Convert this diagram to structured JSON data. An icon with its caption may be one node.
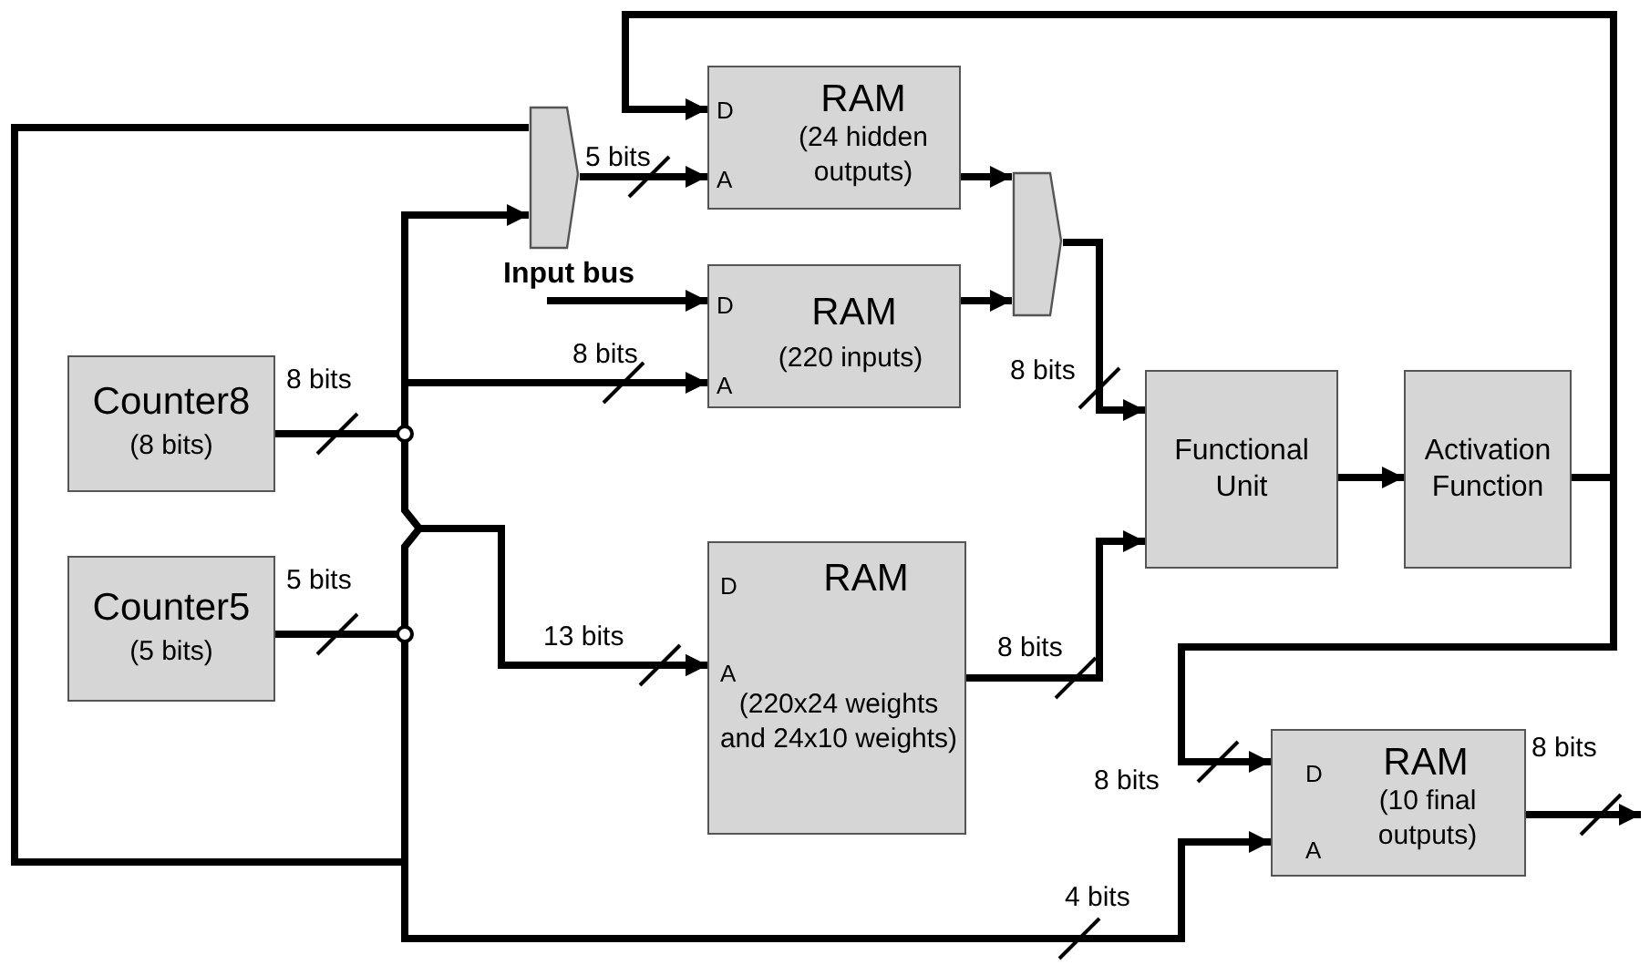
{
  "diagram": {
    "nodes": [
      {
        "text": [
          "RAM",
          "D",
          "(24 hidden outputs)",
          "A"
        ]
      },
      {
        "text": [],
        "shape": "trapezoid"
      },
      {
        "text": [
          "D",
          "RAM",
          "(220 inputs)",
          "A"
        ]
      },
      {
        "text": [],
        "shape": "trapezoid"
      },
      {
        "text": [
          "Counter8",
          "(8 bits)"
        ]
      },
      {
        "text": [
          "Counter5",
          "(5 bits)"
        ]
      },
      {
        "text": [
          "Functional Unit"
        ]
      },
      {
        "text": [
          "Activation Function"
        ]
      },
      {
        "text": [
          "D",
          "RAM",
          "A",
          "(220x24 weights and 24x10 weights)"
        ]
      },
      {
        "text": [
          "D",
          "RAM",
          "(10 final outputs)",
          "A"
        ]
      }
    ],
    "edges": [
      {
        "from": 1,
        "to": 0,
        "arrow": "to",
        "label": "5 bits"
      },
      {
        "from": 7,
        "to": 0,
        "arrow": "to"
      },
      {
        "from": 7,
        "to": 9,
        "arrow": "to",
        "label": "8 bits"
      },
      {
        "from": null,
        "to": 2,
        "arrow": "to",
        "label": "Input bus"
      },
      {
        "from": 4,
        "to": 1,
        "arrow": "to",
        "label": "8 bits"
      },
      {
        "from": 4,
        "to": 2,
        "arrow": "to",
        "label": "8 bits"
      },
      {
        "from": 4,
        "to": 8,
        "arrow": "to",
        "label": "13 bits"
      },
      {
        "from": 5,
        "to": 8,
        "arrow": "to"
      },
      {
        "from": 5,
        "to": 1,
        "arrow": "none",
        "label": "5 bits"
      },
      {
        "from": 5,
        "to": 9,
        "arrow": "to",
        "label": "4 bits"
      },
      {
        "from": 0,
        "to": 3,
        "arrow": "to"
      },
      {
        "from": 2,
        "to": 3,
        "arrow": "to"
      },
      {
        "from": 3,
        "to": 6,
        "arrow": "to",
        "label": "8 bits"
      },
      {
        "from": 8,
        "to": 6,
        "arrow": "to",
        "label": "8 bits"
      },
      {
        "from": 6,
        "to": 7,
        "arrow": "to"
      },
      {
        "from": 9,
        "to": null,
        "arrow": "to",
        "label": "8 bits"
      }
    ]
  }
}
